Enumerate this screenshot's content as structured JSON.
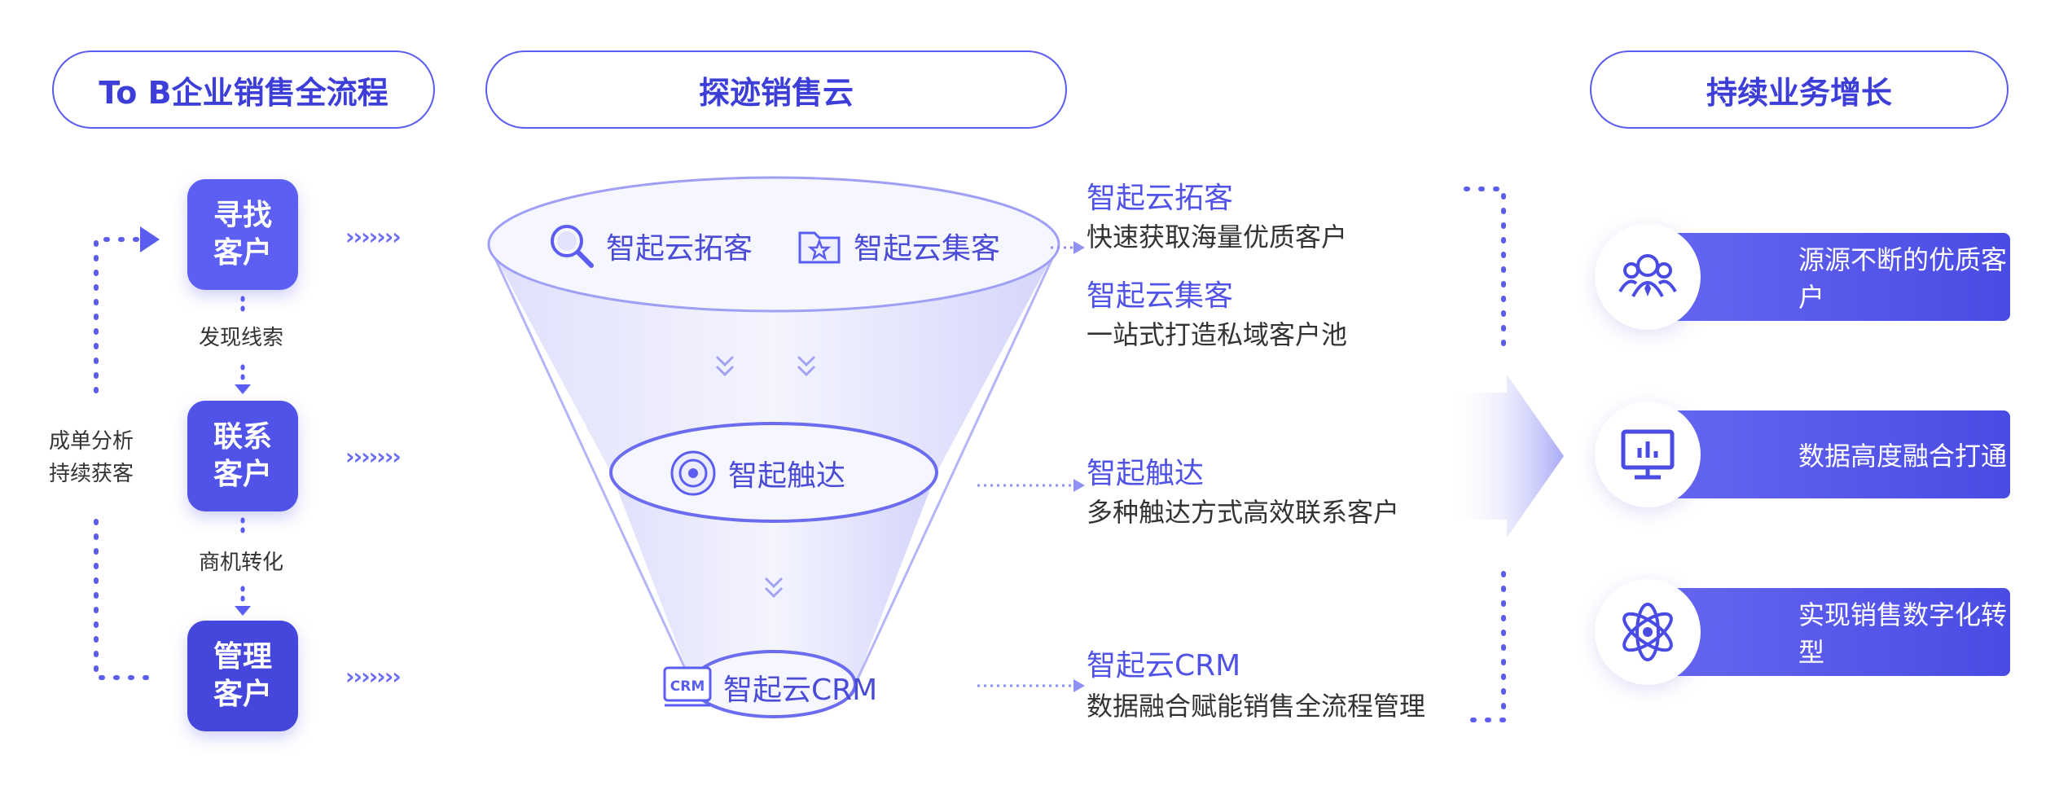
{
  "headers": {
    "left": "To B企业销售全流程",
    "middle": "探迹销售云",
    "right": "持续业务增长"
  },
  "steps": [
    {
      "label": "寻找客户"
    },
    {
      "label": "联系客户"
    },
    {
      "label": "管理客户"
    }
  ],
  "step_links": {
    "first": "发现线索",
    "second": "商机转化"
  },
  "loop_label": [
    "成单分析",
    "持续获客"
  ],
  "funnel": {
    "top_left": "智起云拓客",
    "top_right": "智起云集客",
    "middle": "智起触达",
    "bottom": "智起云CRM",
    "crm_badge": "CRM"
  },
  "products": [
    {
      "title": "智起云拓客",
      "desc": "快速获取海量优质客户"
    },
    {
      "title": "智起云集客",
      "desc": "一站式打造私域客户池"
    },
    {
      "title": "智起触达",
      "desc": "多种触达方式高效联系客户"
    },
    {
      "title": "智起云CRM",
      "desc": "数据融合赋能销售全流程管理"
    }
  ],
  "benefits": [
    {
      "label": "源源不断的优质客户",
      "icon": "people-network-icon"
    },
    {
      "label": "数据高度融合打通",
      "icon": "monitor-chart-icon"
    },
    {
      "label": "实现销售数字化转型",
      "icon": "atom-icon"
    }
  ],
  "chevron_glyph": "›››››››",
  "colors": {
    "accent": "#5b5cf0",
    "accent_dark": "#3d3ed8",
    "text": "#333333"
  }
}
